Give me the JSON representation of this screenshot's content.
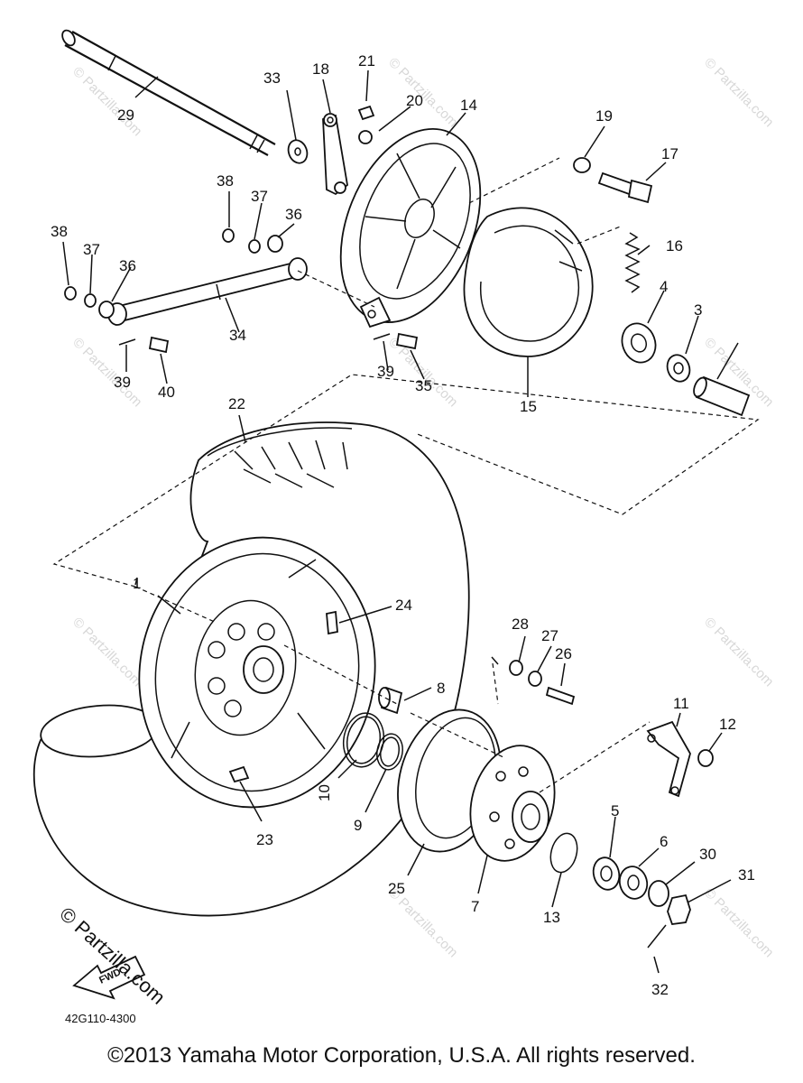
{
  "callouts": {
    "c1": "1",
    "c3": "3",
    "c4": "4",
    "c5": "5",
    "c6": "6",
    "c7": "7",
    "c8": "8",
    "c9": "9",
    "c10": "10",
    "c11": "11",
    "c12": "12",
    "c13": "13",
    "c14": "14",
    "c15": "15",
    "c16": "16",
    "c17": "17",
    "c18": "18",
    "c19": "19",
    "c20": "20",
    "c21": "21",
    "c22": "22",
    "c23": "23",
    "c24": "24",
    "c25": "25",
    "c26": "26",
    "c27": "27",
    "c28": "28",
    "c29": "29",
    "c30": "30",
    "c31": "31",
    "c32": "32",
    "c33": "33",
    "c34": "34",
    "c35": "35",
    "c36a": "36",
    "c36b": "36",
    "c37a": "37",
    "c37b": "37",
    "c38a": "38",
    "c38b": "38",
    "c39a": "39",
    "c39b": "39",
    "c40": "40"
  },
  "fwd_label": "FWD",
  "diagram_code": "42G110-4300",
  "brand_watermark": "© Partzilla.com",
  "watermark_text": "© Partzilla.com",
  "copyright": "©2013 Yamaha Motor Corporation, U.S.A. All rights reserved."
}
